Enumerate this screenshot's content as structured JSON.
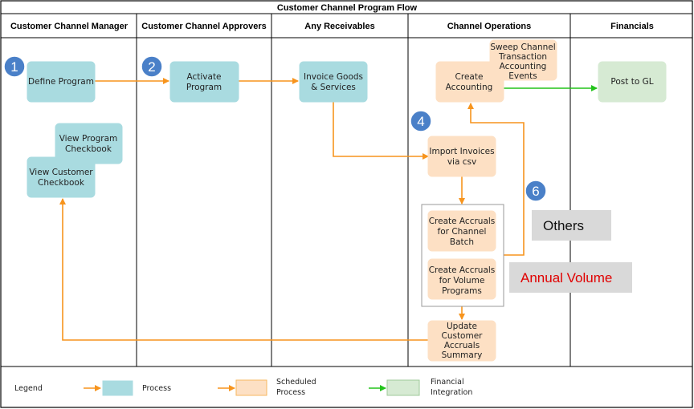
{
  "title": "Customer Channel Program Flow",
  "lanes": [
    "Customer Channel Manager",
    "Customer Channel Approvers",
    "Any Receivables",
    "Channel Operations",
    "Financials"
  ],
  "nodes": {
    "define_program": [
      "Define Program"
    ],
    "view_program_checkbook": [
      "View Program",
      "Checkbook"
    ],
    "view_customer_checkbook": [
      "View Customer",
      "Checkbook"
    ],
    "activate_program": [
      "Activate",
      "Program"
    ],
    "invoice_goods": [
      "Invoice Goods",
      "& Services"
    ],
    "sweep_channel": [
      "Sweep Channel",
      "Transaction",
      "Accounting",
      "Events"
    ],
    "create_accounting": [
      "Create",
      "Accounting"
    ],
    "import_invoices": [
      "Import Invoices",
      "via csv"
    ],
    "create_accruals_channel": [
      "Create Accruals",
      "for Channel",
      "Batch"
    ],
    "create_accruals_volume": [
      "Create Accruals",
      "for Volume",
      "Programs"
    ],
    "update_customer_accruals": [
      "Update",
      "Customer",
      "Accruals",
      "Summary"
    ],
    "post_to_gl": [
      "Post to GL"
    ]
  },
  "badges": [
    "1",
    "2",
    "4",
    "6"
  ],
  "callouts": {
    "others": "Others",
    "annual_volume": "Annual Volume"
  },
  "legend": {
    "title": "Legend",
    "process": "Process",
    "scheduled": [
      "Scheduled",
      "Process"
    ],
    "financial": [
      "Financial",
      "Integration"
    ]
  },
  "colors": {
    "process": "#a9dbe0",
    "scheduled": "#fde0c4",
    "financial": "#d6ead3",
    "orange_edge": "#f7941d",
    "green_edge": "#22c31a",
    "badge": "#4a80c8",
    "annual_volume_text": "#e00000"
  }
}
